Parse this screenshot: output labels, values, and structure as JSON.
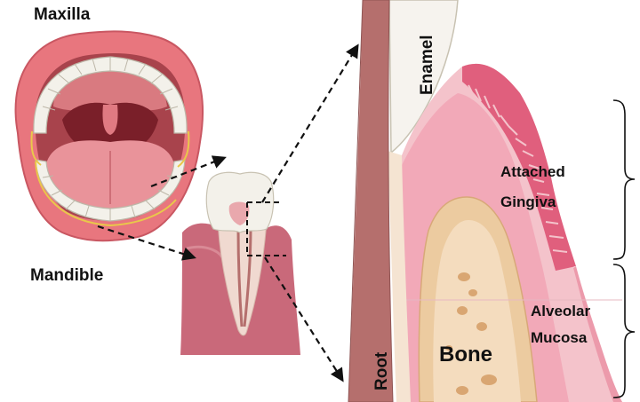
{
  "labels": {
    "maxilla": "Maxilla",
    "mandible": "Mandible",
    "enamel": "Enamel",
    "root": "Root",
    "bone": "Bone",
    "attached_gingiva_line1": "Attached",
    "attached_gingiva_line2": "Gingiva",
    "alveolar_mucosa_line1": "Alveolar",
    "alveolar_mucosa_line2": "Mucosa"
  },
  "colors": {
    "lip": "#e8767e",
    "lip_dark": "#c95762",
    "mouth_inner": "#a8434c",
    "palate": "#d97a80",
    "throat": "#7a1f29",
    "tongue": "#e9939a",
    "tooth": "#f3f1ea",
    "tooth_shade": "#d8d4c8",
    "gingiva_light": "#f4c3cb",
    "gingiva_mid": "#ec9aab",
    "gingiva_dark": "#e05f7d",
    "root_dark": "#b56f6d",
    "root_light": "#f5e4d2",
    "bone_outer": "#eccba0",
    "bone_inner": "#f4dcbe",
    "bone_spot": "#d9a672",
    "enamel": "#f6f3ee",
    "arrow": "#111111"
  }
}
